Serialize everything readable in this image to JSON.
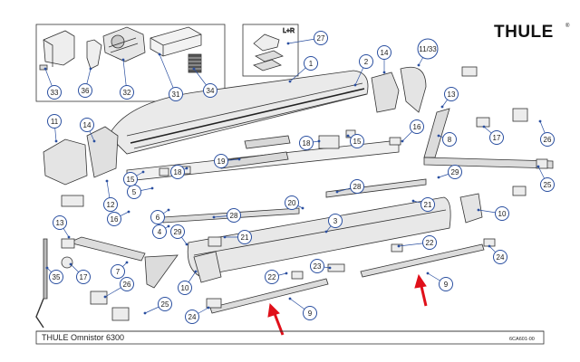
{
  "brand": {
    "name": "THULE",
    "mark": "®"
  },
  "footer": {
    "title": "THULE Omnistor 6300",
    "code": "6CA601-00"
  },
  "insets": {
    "top_right_label": "L+R"
  },
  "colors": {
    "callout_ring": "#2a4fa0",
    "arrow": "#e0101a",
    "line": "#333333",
    "part_fill": "#e8e8e8"
  },
  "callouts": [
    {
      "id": "c1",
      "label": "1"
    },
    {
      "id": "c2",
      "label": "2"
    },
    {
      "id": "c3",
      "label": "3"
    },
    {
      "id": "c4",
      "label": "4"
    },
    {
      "id": "c5",
      "label": "5"
    },
    {
      "id": "c6",
      "label": "6"
    },
    {
      "id": "c7",
      "label": "7"
    },
    {
      "id": "c8",
      "label": "8"
    },
    {
      "id": "c9a",
      "label": "9"
    },
    {
      "id": "c9b",
      "label": "9"
    },
    {
      "id": "c10a",
      "label": "10"
    },
    {
      "id": "c10b",
      "label": "10"
    },
    {
      "id": "c11",
      "label": "11"
    },
    {
      "id": "c11_33",
      "label": "11/33"
    },
    {
      "id": "c12",
      "label": "12"
    },
    {
      "id": "c13a",
      "label": "13"
    },
    {
      "id": "c13b",
      "label": "13"
    },
    {
      "id": "c14a",
      "label": "14"
    },
    {
      "id": "c14b",
      "label": "14"
    },
    {
      "id": "c15a",
      "label": "15"
    },
    {
      "id": "c15b",
      "label": "15"
    },
    {
      "id": "c16a",
      "label": "16"
    },
    {
      "id": "c16b",
      "label": "16"
    },
    {
      "id": "c17a",
      "label": "17"
    },
    {
      "id": "c17b",
      "label": "17"
    },
    {
      "id": "c18a",
      "label": "18"
    },
    {
      "id": "c18b",
      "label": "18"
    },
    {
      "id": "c19",
      "label": "19"
    },
    {
      "id": "c20",
      "label": "20"
    },
    {
      "id": "c21a",
      "label": "21"
    },
    {
      "id": "c21b",
      "label": "21"
    },
    {
      "id": "c22a",
      "label": "22"
    },
    {
      "id": "c22b",
      "label": "22"
    },
    {
      "id": "c23",
      "label": "23"
    },
    {
      "id": "c24a",
      "label": "24"
    },
    {
      "id": "c24b",
      "label": "24"
    },
    {
      "id": "c25a",
      "label": "25"
    },
    {
      "id": "c25b",
      "label": "25"
    },
    {
      "id": "c26a",
      "label": "26"
    },
    {
      "id": "c26b",
      "label": "26"
    },
    {
      "id": "c27",
      "label": "27"
    },
    {
      "id": "c28a",
      "label": "28"
    },
    {
      "id": "c28b",
      "label": "28"
    },
    {
      "id": "c29a",
      "label": "29"
    },
    {
      "id": "c29b",
      "label": "29"
    },
    {
      "id": "c31",
      "label": "31"
    },
    {
      "id": "c32",
      "label": "32"
    },
    {
      "id": "c33",
      "label": "33"
    },
    {
      "id": "c34",
      "label": "34"
    },
    {
      "id": "c35",
      "label": "35"
    },
    {
      "id": "c36",
      "label": "36"
    }
  ]
}
